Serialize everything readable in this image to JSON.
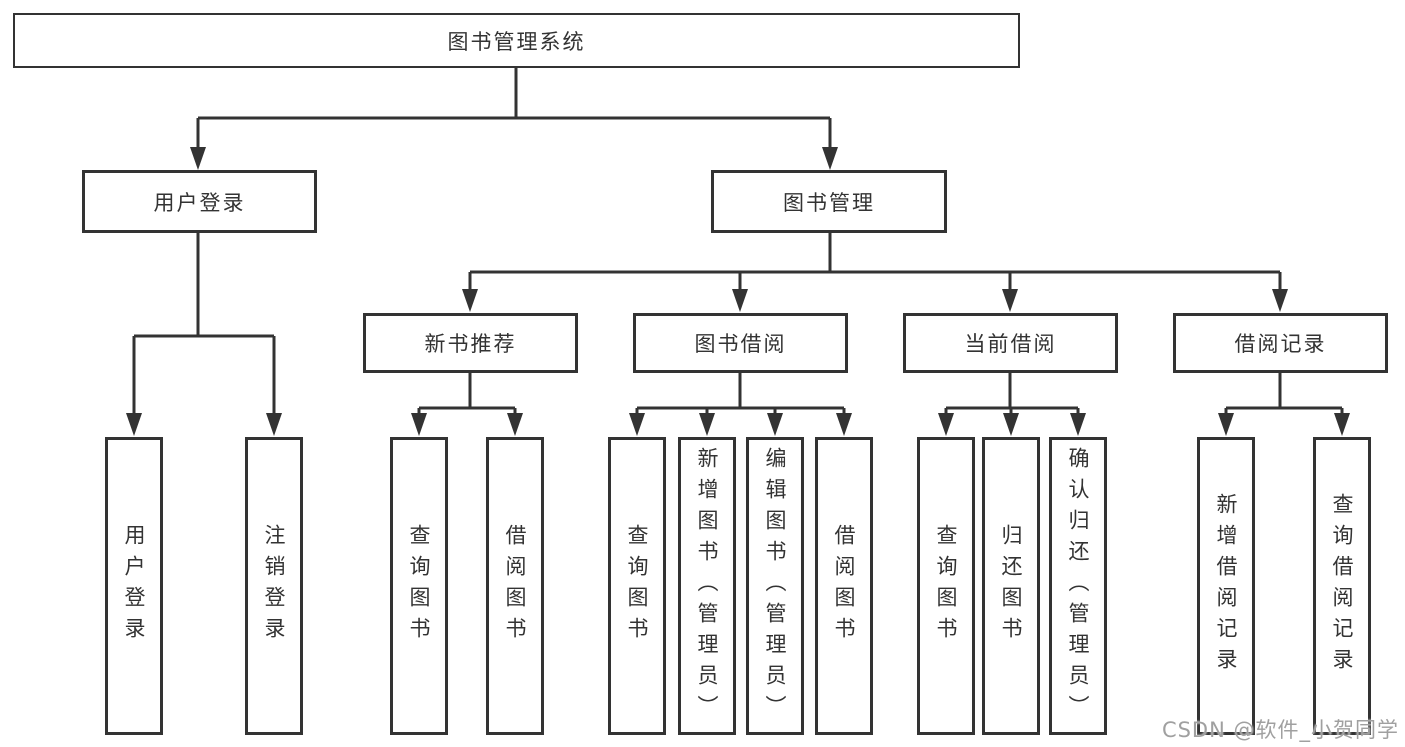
{
  "diagram": {
    "root": "图书管理系统",
    "level2": [
      "用户登录",
      "图书管理"
    ],
    "level3": [
      "新书推荐",
      "图书借阅",
      "当前借阅",
      "借阅记录"
    ],
    "leaves": [
      "用户登录",
      "注销登录",
      "查询图书",
      "借阅图书",
      "查询图书",
      "新增图书（管理员）",
      "编辑图书（管理员）",
      "借阅图书",
      "查询图书",
      "归还图书",
      "确认归还（管理员）",
      "新增借阅记录",
      "查询借阅记录"
    ]
  },
  "watermark": {
    "text": "CSDN @软件_小贺同学"
  },
  "colors": {
    "line": "#333333",
    "text": "#333333",
    "watermark": "#a0a0a0",
    "bg": "#ffffff"
  }
}
